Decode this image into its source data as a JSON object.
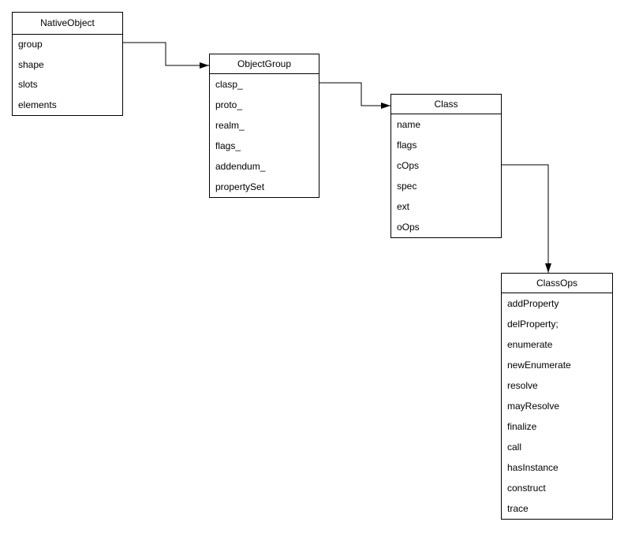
{
  "diagram": {
    "background_color": "#ffffff",
    "line_color": "#000000",
    "text_color": "#000000",
    "boxes": [
      {
        "title": "NativeObject",
        "fields": [
          "group",
          "shape",
          "slots",
          "elements"
        ]
      },
      {
        "title": "ObjectGroup",
        "fields": [
          "clasp_",
          "proto_",
          "realm_",
          "flags_",
          "addendum_",
          "propertySet"
        ]
      },
      {
        "title": "Class",
        "fields": [
          "name",
          "flags",
          "cOps",
          "spec",
          "ext",
          "oOps"
        ]
      },
      {
        "title": "ClassOps",
        "fields": [
          "addProperty",
          "delProperty;",
          "enumerate",
          "newEnumerate",
          "resolve",
          "mayResolve",
          "finalize",
          "call",
          "hasInstance",
          "construct",
          "trace"
        ]
      }
    ],
    "connectors": [
      {
        "from": "NativeObject.group",
        "to": "ObjectGroup",
        "style": "elbow-arrow"
      },
      {
        "from": "ObjectGroup.clasp_",
        "to": "Class",
        "style": "elbow-arrow"
      },
      {
        "from": "Class.cOps",
        "to": "ClassOps",
        "style": "elbow-arrow"
      }
    ]
  }
}
